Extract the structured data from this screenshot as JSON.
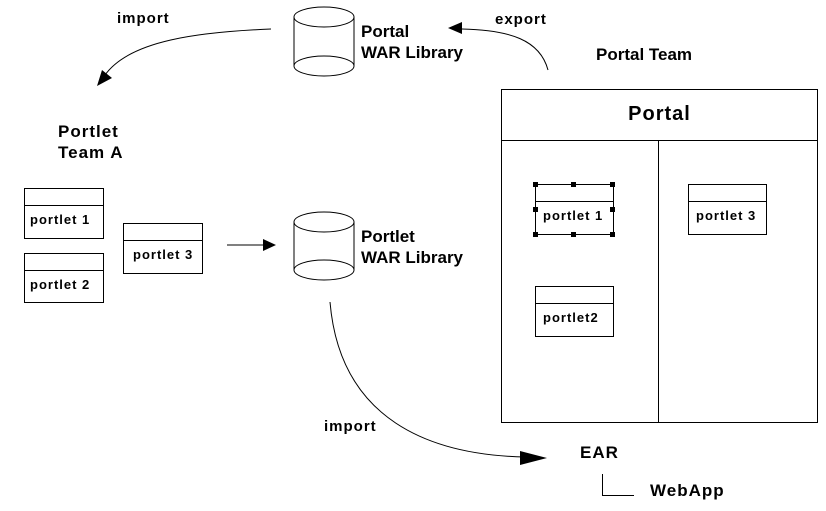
{
  "labels": {
    "import_top": "import",
    "export": "export",
    "portal_team": "Portal Team",
    "portal_war_library_line1": "Portal",
    "portal_war_library_line2": "WAR Library",
    "portlet_team_a_line1": "Portlet",
    "portlet_team_a_line2": "Team A",
    "portlet_war_library_line1": "Portlet",
    "portlet_war_library_line2": "WAR Library",
    "import_bottom": "import",
    "ear": "EAR",
    "webapp": "WebApp"
  },
  "team_a_portlets": [
    "portlet 1",
    "portlet 2",
    "portlet 3"
  ],
  "portal": {
    "title": "Portal",
    "portlets": [
      "portlet 1",
      "portlet2",
      "portlet 3"
    ],
    "selected_portlet": "portlet 1"
  }
}
